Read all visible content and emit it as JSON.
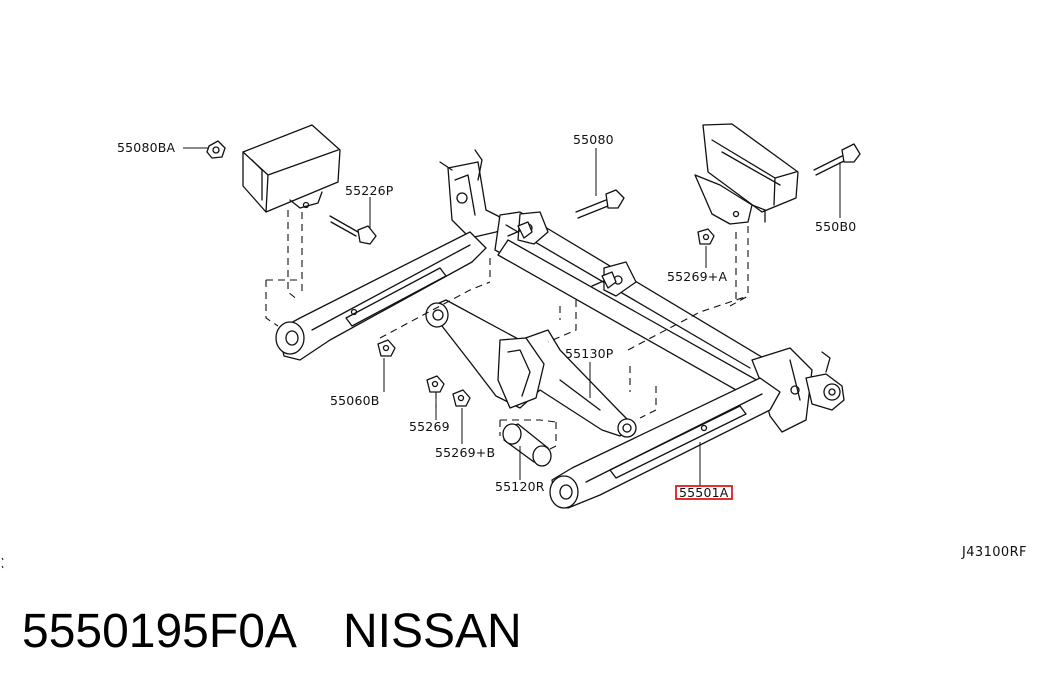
{
  "diagram": {
    "callouts": {
      "p55080BA": "55080BA",
      "p55226P": "55226P",
      "p55080": "55080",
      "p550B0": "550B0",
      "p55269A": "55269+A",
      "p55060B": "55060B",
      "p55130P": "55130P",
      "p55269": "55269",
      "p55269B": "55269+B",
      "p55120R": "55120R",
      "p55501A": "55501A"
    },
    "highlighted_callout": "55501A",
    "highlight_color": "#e21b1b",
    "drawing_code": "J43100RF"
  },
  "footer": {
    "part_number": "5550195F0A",
    "brand": "NISSAN"
  }
}
